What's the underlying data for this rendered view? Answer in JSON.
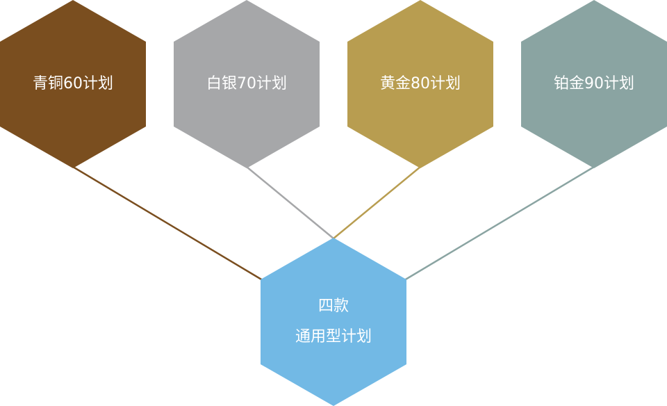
{
  "plans": [
    {
      "label": "青铜60计划",
      "color": "#7a4e1f"
    },
    {
      "label": "白银70计划",
      "color": "#a6a7a9"
    },
    {
      "label": "黄金80计划",
      "color": "#b89d50"
    },
    {
      "label": "铂金90计划",
      "color": "#8aa4a2"
    }
  ],
  "center": {
    "line1": "四款",
    "line2": "通用型计划",
    "color": "#72b9e5"
  }
}
